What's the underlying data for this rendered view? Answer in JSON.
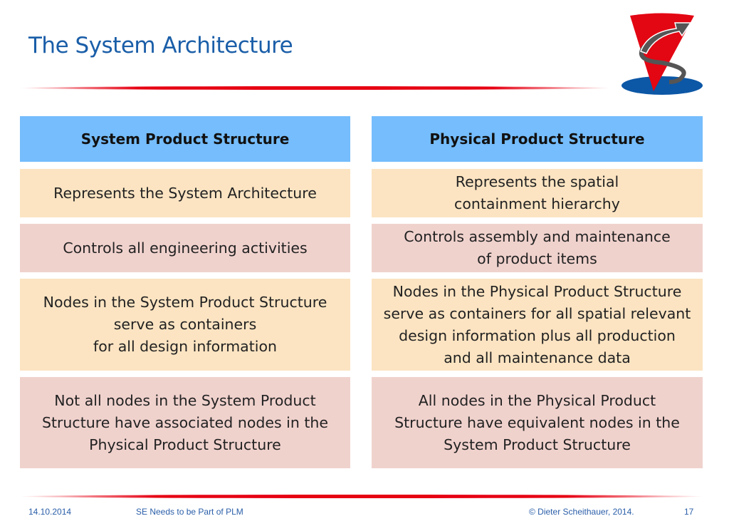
{
  "title": "The System Architecture",
  "columns": [
    {
      "header": "System Product Structure",
      "rows": [
        "Represents the System Architecture",
        "Controls all engineering activities",
        "Nodes in the System Product Structure\nserve as containers\nfor all design information",
        "Not all nodes in the System Product\nStructure have associated nodes in the\nPhysical Product Structure"
      ]
    },
    {
      "header": "Physical Product Structure",
      "rows": [
        "Represents the spatial\ncontainment hierarchy",
        "Controls assembly and maintenance\nof product items",
        "Nodes in the Physical Product Structure\nserve as containers for all spatial relevant\ndesign information plus all production\nand all maintenance data",
        "All nodes in the Physical Product\nStructure have equivalent nodes in the\nSystem Product Structure"
      ]
    }
  ],
  "footer": {
    "date": "14.10.2014",
    "topic": "SE Needs to be Part of PLM",
    "copyright": "© Dieter Scheithauer, 2014.",
    "page": "17"
  }
}
